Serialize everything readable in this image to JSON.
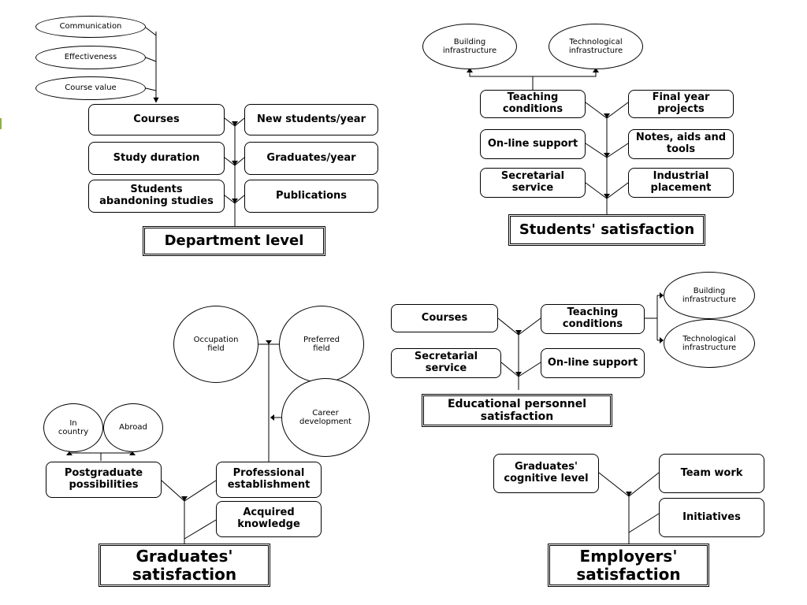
{
  "accent_color": "#8db33a",
  "department": {
    "title": "Department level",
    "ovals": [
      "Communication",
      "Effectiveness",
      "Course value"
    ],
    "left": [
      "Courses",
      "Study duration",
      "Students\nabandoning studies"
    ],
    "right": [
      "New students/year",
      "Graduates/year",
      "Publications"
    ]
  },
  "students": {
    "title": "Students' satisfaction",
    "circles": [
      "Building\ninfrastructure",
      "Technological\ninfrastructure"
    ],
    "left": [
      "Teaching\nconditions",
      "On-line support",
      "Secretarial\nservice"
    ],
    "right": [
      "Final year\nprojects",
      "Notes, aids and\ntools",
      "Industrial\nplacement"
    ]
  },
  "personnel": {
    "title": "Educational personnel\nsatisfaction",
    "left": [
      "Courses",
      "Secretarial\nservice"
    ],
    "right": [
      "Teaching\nconditions",
      "On-line support"
    ],
    "circles": [
      "Building\ninfrastructure",
      "Technological\ninfrastructure"
    ]
  },
  "graduates": {
    "title": "Graduates'\nsatisfaction",
    "circles": [
      "Occupation\nfield",
      "Preferred\nfield",
      "Career\ndevelopment",
      "In\ncountry",
      "Abroad"
    ],
    "boxes": [
      "Postgraduate\npossibilities",
      "Professional\nestablishment",
      "Acquired\nknowledge"
    ]
  },
  "employers": {
    "title": "Employers'\nsatisfaction",
    "boxes": [
      "Graduates'\ncognitive level",
      "Team work",
      "Initiatives"
    ]
  }
}
